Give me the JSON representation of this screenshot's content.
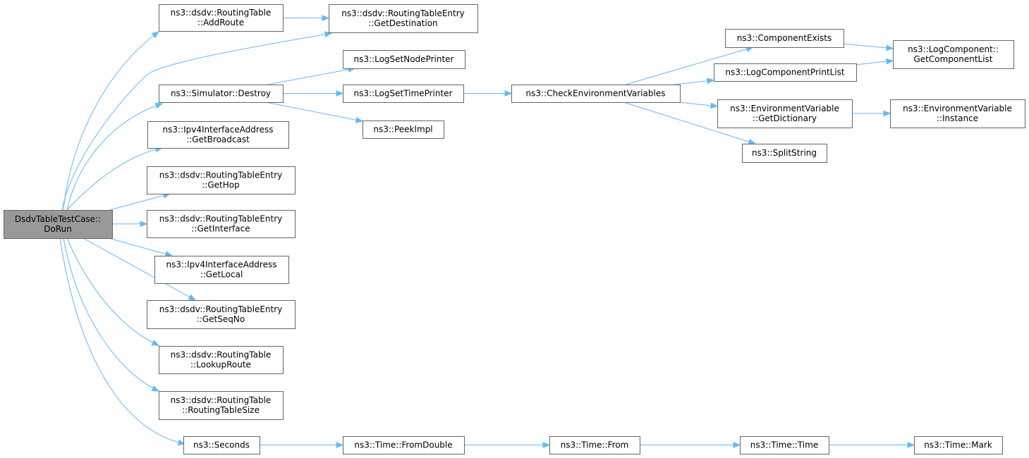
{
  "colors": {
    "edge": "#63b8ff",
    "node_border": "#666666",
    "root_fill": "#999999",
    "node_fill": "#ffffff"
  },
  "nodes": {
    "root": [
      "DsdvTableTestCase::",
      "DoRun"
    ],
    "addroute": [
      "ns3::dsdv::RoutingTable",
      "::AddRoute"
    ],
    "getdest": [
      "ns3::dsdv::RoutingTableEntry",
      "::GetDestination"
    ],
    "lognodeprinter": [
      "ns3::LogSetNodePrinter"
    ],
    "destroy": [
      "ns3::Simulator::Destroy"
    ],
    "logtimeprinter": [
      "ns3::LogSetTimePrinter"
    ],
    "peekimpl": [
      "ns3::PeekImpl"
    ],
    "checkenv": [
      "ns3::CheckEnvironmentVariables"
    ],
    "compexists": [
      "ns3::ComponentExists"
    ],
    "logprintlist": [
      "ns3::LogComponentPrintList"
    ],
    "getdict": [
      "ns3::EnvironmentVariable",
      "::GetDictionary"
    ],
    "splitstring": [
      "ns3::SplitString"
    ],
    "getcomplist": [
      "ns3::LogComponent::",
      "GetComponentList"
    ],
    "envinstance": [
      "ns3::EnvironmentVariable",
      "::Instance"
    ],
    "getbroadcast": [
      "ns3::Ipv4InterfaceAddress",
      "::GetBroadcast"
    ],
    "gethop": [
      "ns3::dsdv::RoutingTableEntry",
      "::GetHop"
    ],
    "getinterface": [
      "ns3::dsdv::RoutingTableEntry",
      "::GetInterface"
    ],
    "getlocal": [
      "ns3::Ipv4InterfaceAddress",
      "::GetLocal"
    ],
    "getseqno": [
      "ns3::dsdv::RoutingTableEntry",
      "::GetSeqNo"
    ],
    "lookuproute": [
      "ns3::dsdv::RoutingTable",
      "::LookupRoute"
    ],
    "tablesize": [
      "ns3::dsdv::RoutingTable",
      "::RoutingTableSize"
    ],
    "seconds": [
      "ns3::Seconds"
    ],
    "fromdouble": [
      "ns3::Time::FromDouble"
    ],
    "timefrom": [
      "ns3::Time::From"
    ],
    "timetime": [
      "ns3::Time::Time"
    ],
    "timemark": [
      "ns3::Time::Mark"
    ]
  },
  "edges": [
    [
      "root",
      "addroute"
    ],
    [
      "root",
      "getdest"
    ],
    [
      "addroute",
      "getdest"
    ],
    [
      "root",
      "destroy"
    ],
    [
      "destroy",
      "lognodeprinter"
    ],
    [
      "destroy",
      "logtimeprinter"
    ],
    [
      "destroy",
      "peekimpl"
    ],
    [
      "logtimeprinter",
      "checkenv"
    ],
    [
      "checkenv",
      "compexists"
    ],
    [
      "checkenv",
      "logprintlist"
    ],
    [
      "checkenv",
      "getdict"
    ],
    [
      "checkenv",
      "splitstring"
    ],
    [
      "compexists",
      "getcomplist"
    ],
    [
      "logprintlist",
      "getcomplist"
    ],
    [
      "getdict",
      "envinstance"
    ],
    [
      "root",
      "getbroadcast"
    ],
    [
      "root",
      "gethop"
    ],
    [
      "root",
      "getinterface"
    ],
    [
      "root",
      "getlocal"
    ],
    [
      "root",
      "getseqno"
    ],
    [
      "root",
      "lookuproute"
    ],
    [
      "root",
      "tablesize"
    ],
    [
      "root",
      "seconds"
    ],
    [
      "seconds",
      "fromdouble"
    ],
    [
      "fromdouble",
      "timefrom"
    ],
    [
      "timefrom",
      "timetime"
    ],
    [
      "timetime",
      "timemark"
    ]
  ]
}
